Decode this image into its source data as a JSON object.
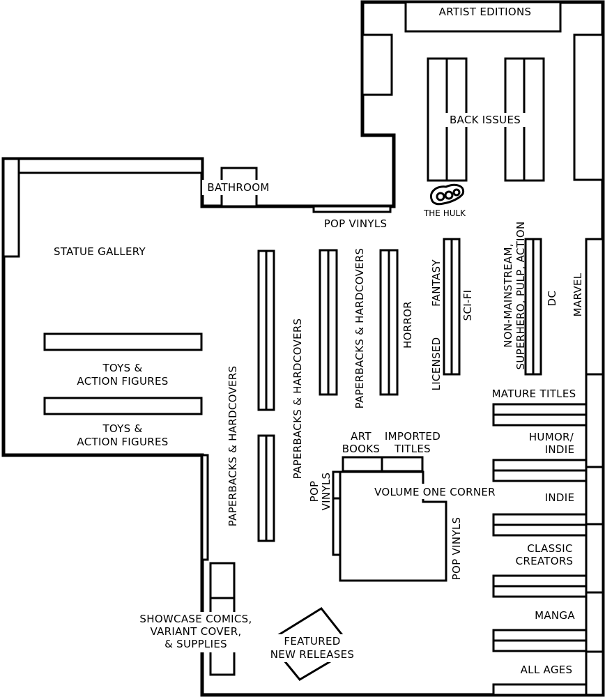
{
  "title": "",
  "areas": {
    "artist_editions": "ARTIST EDITIONS",
    "back_issues": "BACK ISSUES",
    "the_hulk": "THE HULK",
    "bathroom": "BATHROOM",
    "pop_vinyls_top": "POP VINYLS",
    "statue_gallery": "STATUE GALLERY",
    "toys_1": [
      "TOYS &",
      "ACTION FIGURES"
    ],
    "toys_2": [
      "TOYS &",
      "ACTION FIGURES"
    ],
    "paperbacks_1": "PAPERBACKS & HARDCOVERS",
    "paperbacks_2": "PAPERBACKS & HARDCOVERS",
    "paperbacks_3": "PAPERBACKS & HARDCOVERS",
    "horror": "HORROR",
    "fantasy": "FANTASY",
    "licensed": "LICENSED",
    "sci_fi": "SCI-FI",
    "non_mainstream": [
      "NON-MAINSTREAM,",
      "SUPERHERO, PULP, ACTION"
    ],
    "dc": "DC",
    "marvel": "MARVEL",
    "mature_titles": "MATURE TITLES",
    "humor_indie": [
      "HUMOR/",
      "INDIE"
    ],
    "indie": "INDIE",
    "classic_creators": [
      "CLASSIC",
      "CREATORS"
    ],
    "manga": "MANGA",
    "all_ages": "ALL AGES",
    "art_books": [
      "ART",
      "BOOKS"
    ],
    "imported_titles": [
      "IMPORTED",
      "TITLES"
    ],
    "pop_vinyls_left": [
      "POP",
      "VINYLS"
    ],
    "volume_one_corner": "VOLUME ONE CORNER",
    "pop_vinyls_right": "POP VINYLS",
    "showcase": [
      "SHOWCASE COMICS,",
      "VARIANT COVER,",
      "& SUPPLIES"
    ],
    "featured": [
      "FEATURED",
      "NEW RELEASES"
    ]
  }
}
